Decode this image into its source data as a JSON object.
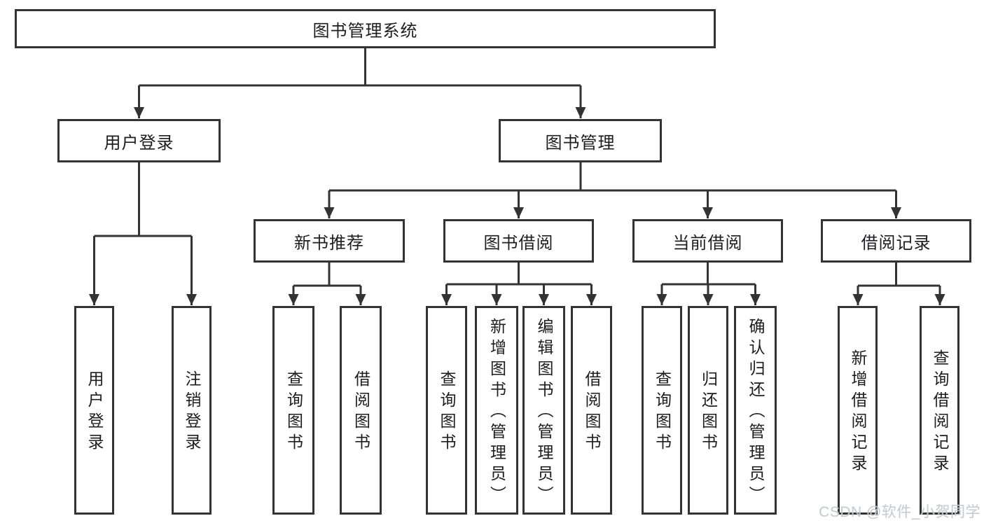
{
  "diagram": {
    "type": "tree",
    "root": {
      "label": "图书管理系统",
      "children": [
        {
          "label": "用户登录",
          "children": [
            {
              "label": "用户登录"
            },
            {
              "label": "注销登录"
            }
          ]
        },
        {
          "label": "图书管理",
          "children": [
            {
              "label": "新书推荐",
              "children": [
                {
                  "label": "查询图书"
                },
                {
                  "label": "借阅图书"
                }
              ]
            },
            {
              "label": "图书借阅",
              "children": [
                {
                  "label": "查询图书"
                },
                {
                  "label": "新增图书（管理员）"
                },
                {
                  "label": "编辑图书（管理员）"
                },
                {
                  "label": "借阅图书"
                }
              ]
            },
            {
              "label": "当前借阅",
              "children": [
                {
                  "label": "查询图书"
                },
                {
                  "label": "归还图书"
                },
                {
                  "label": "确认归还（管理员）"
                }
              ]
            },
            {
              "label": "借阅记录",
              "children": [
                {
                  "label": "新增借阅记录"
                },
                {
                  "label": "查询借阅记录"
                }
              ]
            }
          ]
        }
      ]
    }
  },
  "colors": {
    "line": "#333333",
    "text": "#1d1d1f",
    "background": "#ffffff",
    "watermark": "#c2c7cf"
  },
  "watermark": {
    "text": "CSDN @软件_小贺同学"
  }
}
